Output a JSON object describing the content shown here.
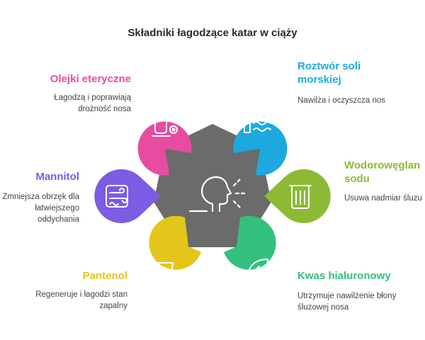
{
  "title": "Składniki łagodzące katar w ciąży",
  "items": [
    {
      "label": "Olejki eteryczne",
      "desc": "Łagodzą i poprawiają drożność nosa",
      "color": "#e64da1",
      "icon": "aroma-bottle-icon"
    },
    {
      "label": "Roztwór soli morskiej",
      "desc": "Nawilża i oczyszcza nos",
      "color": "#1ea9de",
      "icon": "sea-waves-icon"
    },
    {
      "label": "Wodorowęglan sodu",
      "desc": "Usuwa nadmiar śluzu",
      "color": "#8cba35",
      "icon": "soda-container-icon"
    },
    {
      "label": "Kwas hialuronowy",
      "desc": "Utrzymuje nawilżenie błony śluzowej nosa",
      "color": "#33c07e",
      "icon": "leaf-drop-icon"
    },
    {
      "label": "Pantenol",
      "desc": "Regeneruje i łagodzi stan zapalny",
      "color": "#e3c619",
      "icon": "ointment-tube-icon"
    },
    {
      "label": "Mannitol",
      "desc": "Zmniejsza obrzęk dla łatwiejszego oddychania",
      "color": "#7b5ce3",
      "icon": "wind-icon"
    }
  ],
  "center": {
    "color": "#6b6b6b",
    "icon": "breathing-head-icon"
  }
}
